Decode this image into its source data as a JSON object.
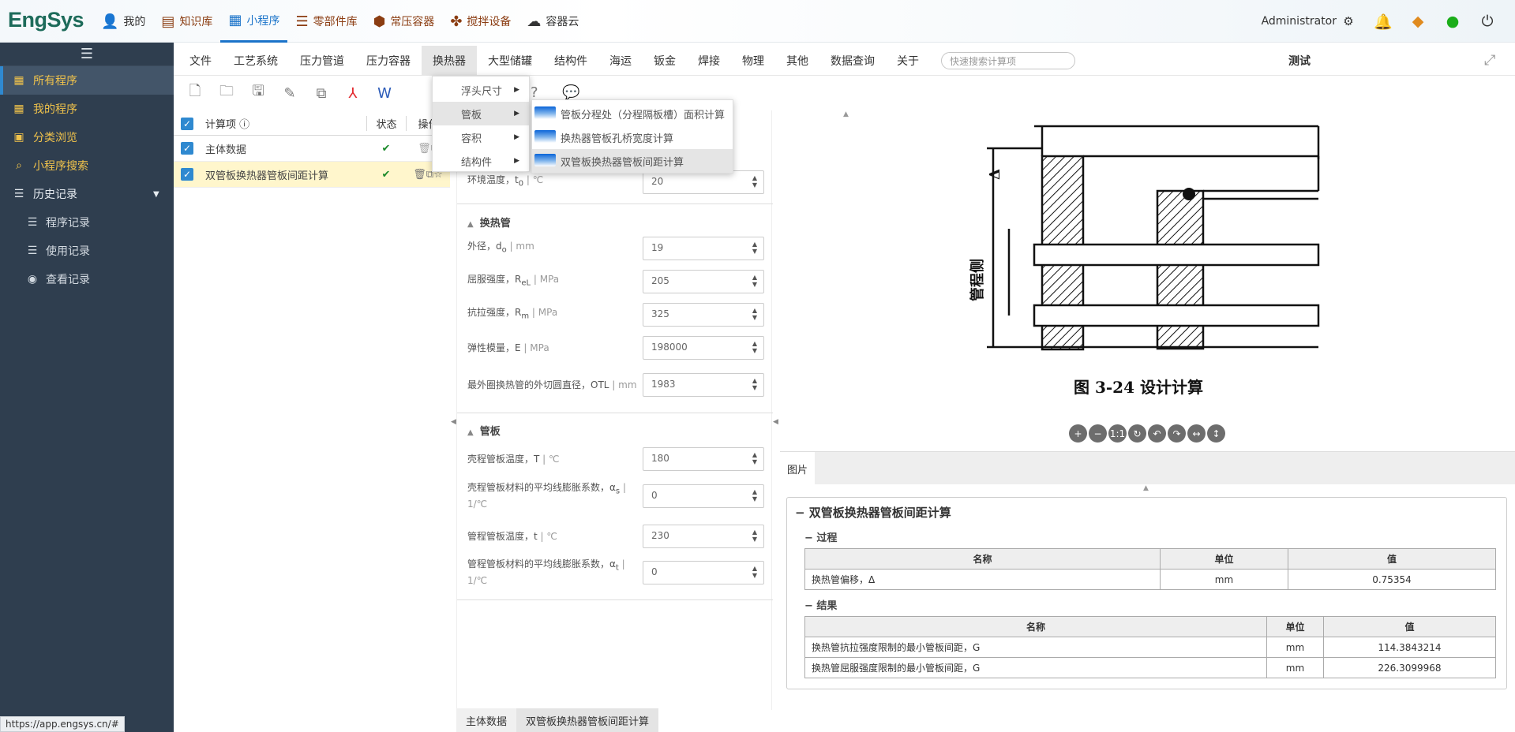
{
  "app": {
    "logo": "EngSys"
  },
  "topnav": [
    {
      "icon": "👤",
      "label": "我的"
    },
    {
      "icon": "▤",
      "label": "知识库"
    },
    {
      "icon": "▦",
      "label": "小程序"
    },
    {
      "icon": "☰",
      "label": "零部件库"
    },
    {
      "icon": "⬢",
      "label": "常压容器"
    },
    {
      "icon": "✤",
      "label": "搅拌设备"
    },
    {
      "icon": "☁",
      "label": "容器云"
    }
  ],
  "topright": {
    "user": "Administrator"
  },
  "sidebar": {
    "items": [
      {
        "icon": "▦",
        "label": "所有程序"
      },
      {
        "icon": "▦",
        "label": "我的程序"
      },
      {
        "icon": "▣",
        "label": "分类浏览"
      },
      {
        "icon": "⌕",
        "label": "小程序搜索"
      },
      {
        "icon": "☰",
        "label": "历史记录"
      }
    ],
    "sub": [
      {
        "icon": "☰",
        "label": "程序记录"
      },
      {
        "icon": "☰",
        "label": "使用记录"
      },
      {
        "icon": "◉",
        "label": "查看记录"
      }
    ]
  },
  "status_url": "https://app.engsys.cn/#",
  "menubar": {
    "items": [
      "文件",
      "工艺系统",
      "压力管道",
      "压力容器",
      "换热器",
      "大型储罐",
      "结构件",
      "海运",
      "钣金",
      "焊接",
      "物理",
      "其他",
      "数据查询",
      "关于"
    ],
    "search_placeholder": "快速搜索计算项",
    "title": "测试"
  },
  "dropdown": {
    "main": [
      "浮头尺寸",
      "管板",
      "容积",
      "结构件"
    ],
    "sub": [
      "管板分程处（分程隔板槽）面积计算",
      "换热器管板孔桥宽度计算",
      "双管板换热器管板间距计算"
    ]
  },
  "list": {
    "headers": {
      "name": "计算项",
      "status": "状态",
      "op": "操作"
    },
    "rows": [
      {
        "name": "主体数据",
        "status": "✔"
      },
      {
        "name": "双管板换热器管板间距计算",
        "status": "✔"
      }
    ]
  },
  "form": {
    "env_temp": {
      "label": "环境温度，t",
      "sub": "0",
      "unit": " | ℃",
      "value": "20"
    },
    "sec_tube": "换热管",
    "do": {
      "label": "外径，d",
      "sub": "o",
      "unit": " | mm",
      "value": "19"
    },
    "rel": {
      "label": "屈服强度，R",
      "sub": "eL",
      "unit": " | MPa",
      "value": "205"
    },
    "rm": {
      "label": "抗拉强度，R",
      "sub": "m",
      "unit": " | MPa",
      "value": "325"
    },
    "e": {
      "label": "弹性模量，E",
      "unit": " | MPa",
      "value": "198000"
    },
    "otl": {
      "label": "最外圈换热管的外切圆直径，OTL",
      "unit": " | mm",
      "value": "1983"
    },
    "sec_plate": "管板",
    "T": {
      "label": "壳程管板温度，T",
      "unit": " | ℃",
      "value": "180"
    },
    "as": {
      "label": "壳程管板材料的平均线膨胀系数，α",
      "sub": "s",
      "unit": " | 1/℃",
      "value": "0"
    },
    "t": {
      "label": "管程管板温度，t",
      "unit": " | ℃",
      "value": "230"
    },
    "at": {
      "label": "管程管板材料的平均线膨胀系数，α",
      "sub": "t",
      "unit": " | 1/℃",
      "value": "0"
    }
  },
  "bottom_tabs": [
    "主体数据",
    "双管板换热器管板间距计算"
  ],
  "figure": {
    "caption": "图 3-24   设计计算",
    "label_delta": "Δ",
    "label_tube": "管程侧"
  },
  "image_tab": "图片",
  "result": {
    "title": "双管板换热器管板间距计算",
    "process": "过程",
    "process_headers": [
      "名称",
      "单位",
      "值"
    ],
    "process_rows": [
      [
        "换热管偏移，Δ",
        "mm",
        "0.75354"
      ]
    ],
    "results": "结果",
    "result_headers": [
      "名称",
      "单位",
      "值"
    ],
    "result_rows": [
      [
        "换热管抗拉强度限制的最小管板间距，G",
        "mm",
        "114.3843214"
      ],
      [
        "换热管屈服强度限制的最小管板间距，G",
        "mm",
        "226.3099968"
      ]
    ]
  }
}
